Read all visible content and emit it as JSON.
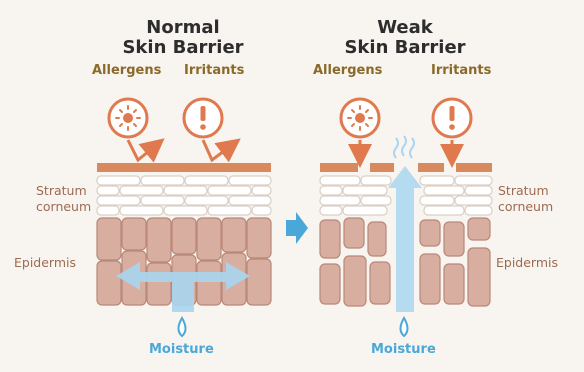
{
  "left_panel": {
    "title_line1": "Normal",
    "title_line2": "Skin Barrier",
    "allergens": "Allergens",
    "irritants": "Irritants"
  },
  "right_panel": {
    "title_line1": "Weak",
    "title_line2": "Skin Barrier",
    "allergens": "Allergens",
    "irritants": "Irritants"
  },
  "labels": {
    "stratum_line1": "Stratum",
    "stratum_line2": "corneum",
    "epidermis": "Epidermis",
    "moisture": "Moisture"
  },
  "colors": {
    "barrier": "#d9895e",
    "icon": "#e07a4e",
    "cell": "#d8aea0",
    "water": "#a9d6f0"
  }
}
